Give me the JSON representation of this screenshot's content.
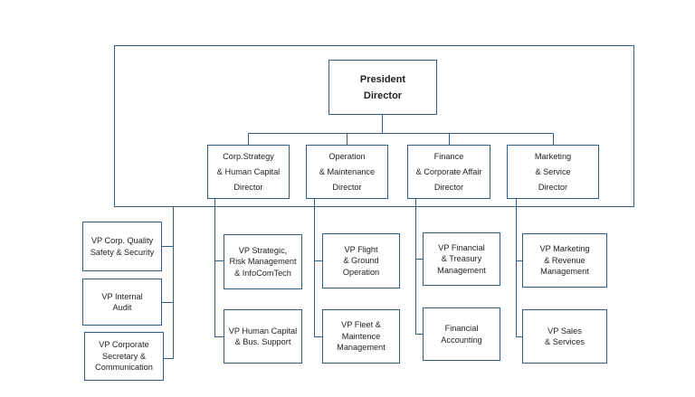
{
  "chart": {
    "president": "President\nDirector",
    "directors": [
      {
        "label": "Corp.Strategy\n& Human Capital\nDirector"
      },
      {
        "label": "Operation\n& Maintenance\nDirector"
      },
      {
        "label": "Finance\n& Corporate Affair\nDirector"
      },
      {
        "label": "Marketing\n& Service\nDirector"
      }
    ],
    "staff_vps": [
      {
        "label": "VP Corp. Quality\nSafety & Security"
      },
      {
        "label": "VP Internal\nAudit"
      },
      {
        "label": "VP Corporate\nSecretary &\nCommunication"
      }
    ],
    "division_vps": [
      {
        "label": "VP Strategic,\nRisk Management\n& InfoComTech"
      },
      {
        "label": "VP Human Capital\n& Bus. Support"
      },
      {
        "label": "VP Flight\n& Ground\nOperation"
      },
      {
        "label": "VP Fleet &\nMaintence\nManagement"
      },
      {
        "label": "VP Financial\n& Treasury\nManagement"
      },
      {
        "label": "Financial\nAccounting"
      },
      {
        "label": "VP Marketing\n& Revenue\nManagement"
      },
      {
        "label": "VP Sales\n& Services"
      }
    ]
  }
}
